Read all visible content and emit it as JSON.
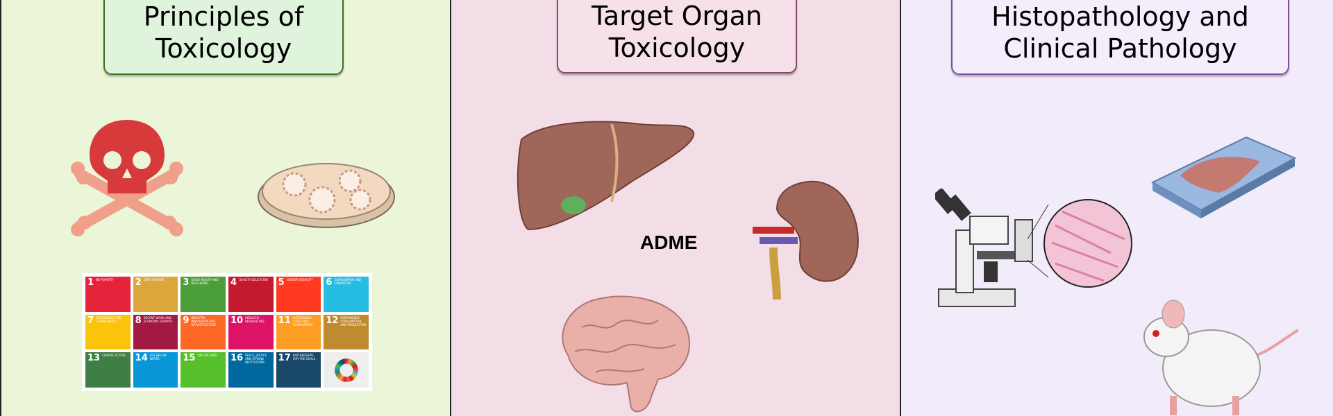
{
  "panels": [
    {
      "title_line1": "Principles of",
      "title_line2": "Toxicology",
      "bg": "#ebf6d8"
    },
    {
      "title_line1": "Target Organ",
      "title_line2": "Toxicology",
      "bg": "#f3dde7"
    },
    {
      "title_line1": "Histopathology and",
      "title_line2": "Clinical Pathology",
      "bg": "#f2ebf9"
    }
  ],
  "adme_label": "ADME",
  "sdg_tiles": [
    {
      "n": "1",
      "label": "No poverty",
      "color": "#e5243b"
    },
    {
      "n": "2",
      "label": "Zero hunger",
      "color": "#dda63a"
    },
    {
      "n": "3",
      "label": "Good health and well-being",
      "color": "#4c9f38"
    },
    {
      "n": "4",
      "label": "Quality education",
      "color": "#c5192d"
    },
    {
      "n": "5",
      "label": "Gender equality",
      "color": "#ff3a21"
    },
    {
      "n": "6",
      "label": "Clean water and sanitation",
      "color": "#26bde2"
    },
    {
      "n": "7",
      "label": "Affordable and clean energy",
      "color": "#fcc30b"
    },
    {
      "n": "8",
      "label": "Decent work and economic growth",
      "color": "#a21942"
    },
    {
      "n": "9",
      "label": "Industry, innovation and infrastructure",
      "color": "#fd6925"
    },
    {
      "n": "10",
      "label": "Reduced inequalities",
      "color": "#dd1367"
    },
    {
      "n": "11",
      "label": "Sustainable cities and communities",
      "color": "#fd9d24"
    },
    {
      "n": "12",
      "label": "Responsible consumption and production",
      "color": "#bf8b2e"
    },
    {
      "n": "13",
      "label": "Climate action",
      "color": "#3f7e44"
    },
    {
      "n": "14",
      "label": "Life below water",
      "color": "#0a97d9"
    },
    {
      "n": "15",
      "label": "Life on land",
      "color": "#56c02b"
    },
    {
      "n": "16",
      "label": "Peace, justice and strong institutions",
      "color": "#00689d"
    },
    {
      "n": "17",
      "label": "Partnerships for the goals",
      "color": "#19486a"
    }
  ]
}
